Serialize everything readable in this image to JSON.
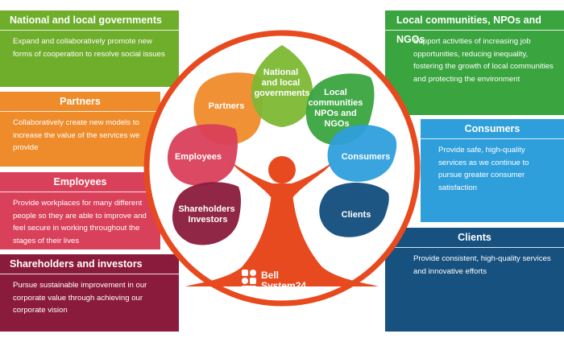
{
  "boxes": {
    "national": {
      "title": "National and local governments",
      "body": "Expand and collaboratively promote new forms of cooperation to resolve social issues",
      "color": "#6fae2b"
    },
    "partners": {
      "title": "Partners",
      "body": "Collaboratively create new models to increase the value of the services we provide",
      "color": "#ee8c2c"
    },
    "employees": {
      "title": "Employees",
      "body": "Provide workplaces for many different people so they are able to improve and feel secure in working throughout the stages of their lives",
      "color": "#d9405a"
    },
    "shareholders": {
      "title": "Shareholders and investors",
      "body": "Pursue sustainable improvement in our corporate value through achieving our corporate vision",
      "color": "#8a1b3d"
    },
    "local": {
      "title": "Local communities, NPOs and NGOs",
      "body": "Support activities of increasing job opportunities, reducing inequality, fostering the growth of local communities and protecting the environment",
      "color": "#3aa43f"
    },
    "consumers": {
      "title": "Consumers",
      "body": "Provide safe, high-quality services as we continue to pursue greater consumer satisfaction",
      "color": "#2f9fdc"
    },
    "clients": {
      "title": "Clients",
      "body": "Provide consistent, high-quality services and innovative efforts",
      "color": "#17517f"
    }
  },
  "petals": {
    "partners": "Partners",
    "national": [
      "National",
      "and local",
      "governments"
    ],
    "local": [
      "Local",
      "communities",
      "NPOs and",
      "NGOs"
    ],
    "employees": "Employees",
    "consumers": "Consumers",
    "shareholders": [
      "Shareholders",
      "Investors"
    ],
    "clients": "Clients"
  },
  "logo": {
    "line1": "Bell",
    "line2": "System24",
    "brand_color": "#e84a1f"
  }
}
